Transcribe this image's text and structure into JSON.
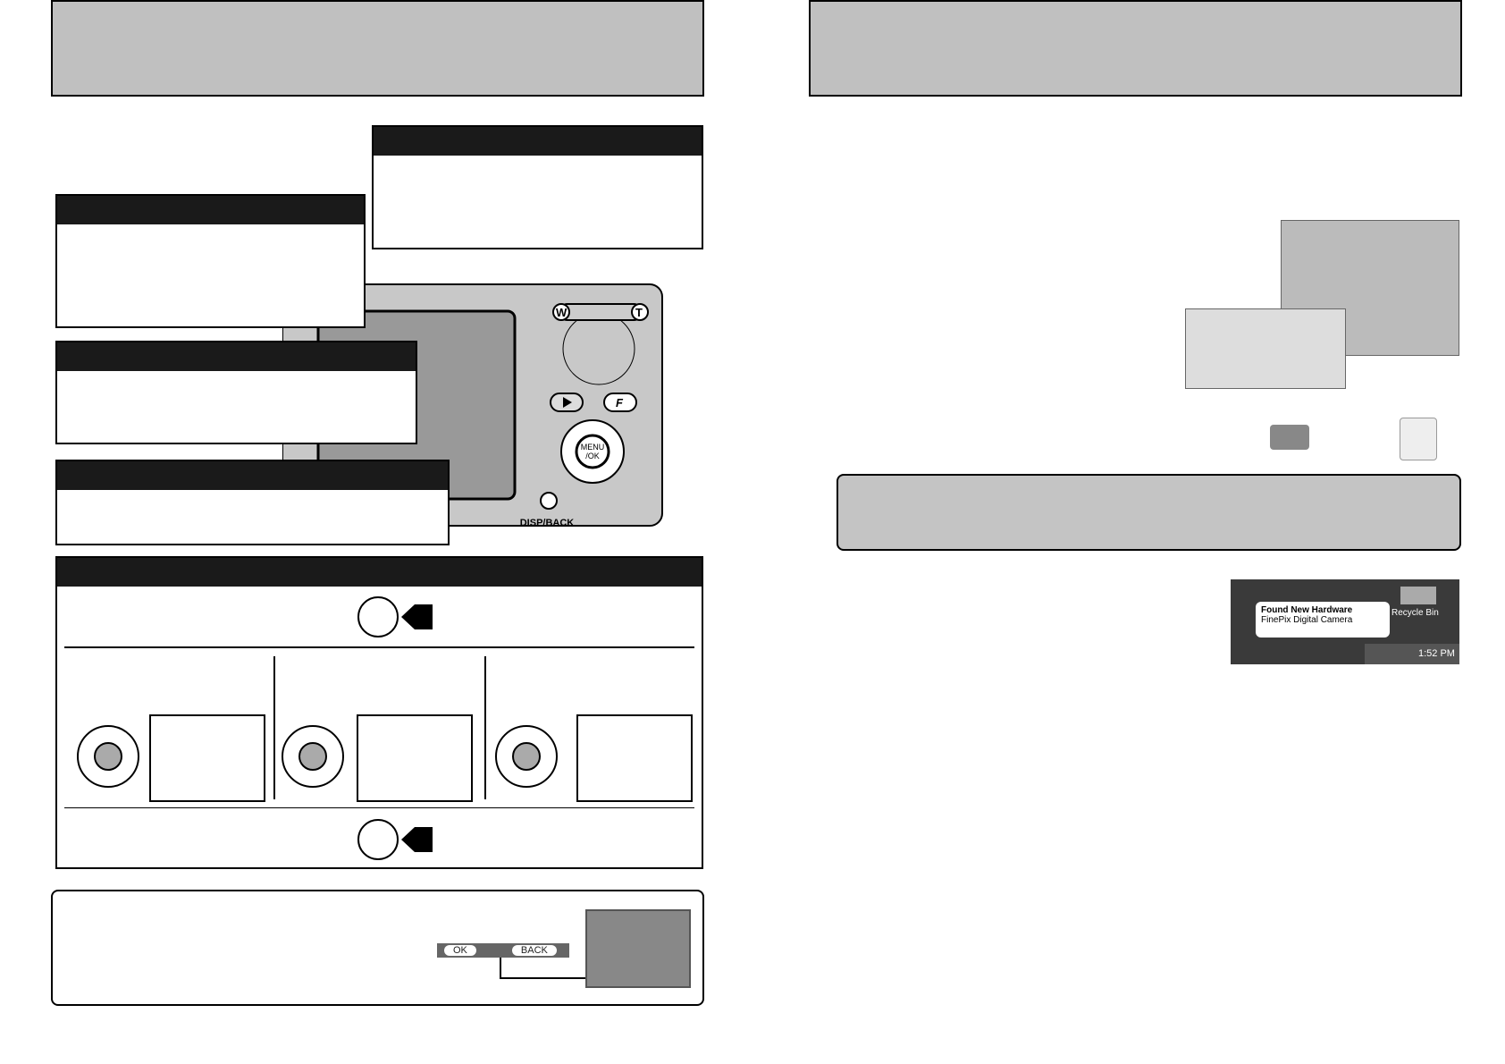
{
  "camera": {
    "zoom_wide_label": "W",
    "zoom_tele_label": "T",
    "f_button_label": "F",
    "menu_ok_label_1": "MENU",
    "menu_ok_label_2": "/OK",
    "disp_back_label": "DISP/BACK"
  },
  "note": {
    "ok_label": "OK",
    "back_label": "BACK"
  },
  "hardware_popup": {
    "title": "Found New Hardware",
    "message": "FinePix Digital Camera",
    "recycle_bin": "Recycle Bin",
    "clock": "1:52 PM"
  },
  "colors": {
    "header_gray": "#c0c0c0",
    "callout_bar": "#1a1a1a"
  }
}
